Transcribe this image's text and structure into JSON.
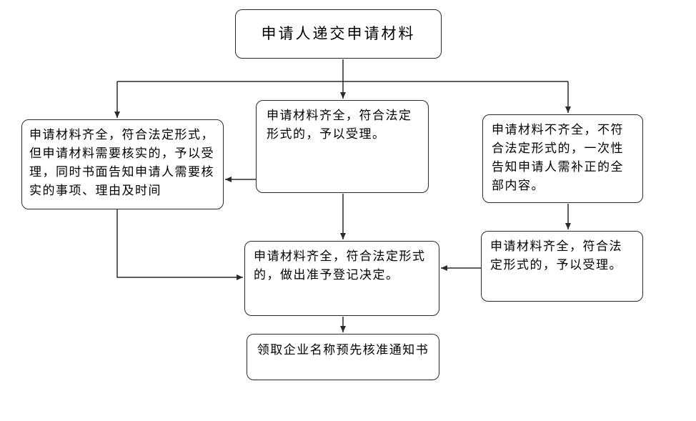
{
  "diagram": {
    "type": "flowchart",
    "colors": {
      "background": "#ffffff",
      "node_fill": "#ffffff",
      "node_border": "#2b2b2b",
      "text": "#000000",
      "arrow": "#2b2b2b"
    },
    "nodes": {
      "start": {
        "text": "申请人递交申请材料"
      },
      "left": {
        "text": "申请材料齐全，符合法定形式，但申请材料需要核实的，予以受理，同时书面告知申请人需要核实的事项、理由及时间"
      },
      "middle": {
        "text": "申请材料齐全，符合法定形式的，予以受理。"
      },
      "right": {
        "text": "申请材料不齐全，不符合法定形式的，一次性告知申请人需补正的全部内容。"
      },
      "right_accept": {
        "text": "申请材料齐全，符合法定形式的，予以受理。"
      },
      "decision": {
        "text": "申请材料齐全，符合法定形式的，做出准予登记决定。"
      },
      "end": {
        "text": "领取企业名称预先核准通知书"
      }
    },
    "edges": [
      {
        "from": "start",
        "to": "left"
      },
      {
        "from": "start",
        "to": "middle"
      },
      {
        "from": "start",
        "to": "right"
      },
      {
        "from": "middle",
        "to": "left"
      },
      {
        "from": "left",
        "to": "decision"
      },
      {
        "from": "middle",
        "to": "decision"
      },
      {
        "from": "right",
        "to": "right_accept"
      },
      {
        "from": "right_accept",
        "to": "decision"
      },
      {
        "from": "decision",
        "to": "end"
      }
    ]
  }
}
